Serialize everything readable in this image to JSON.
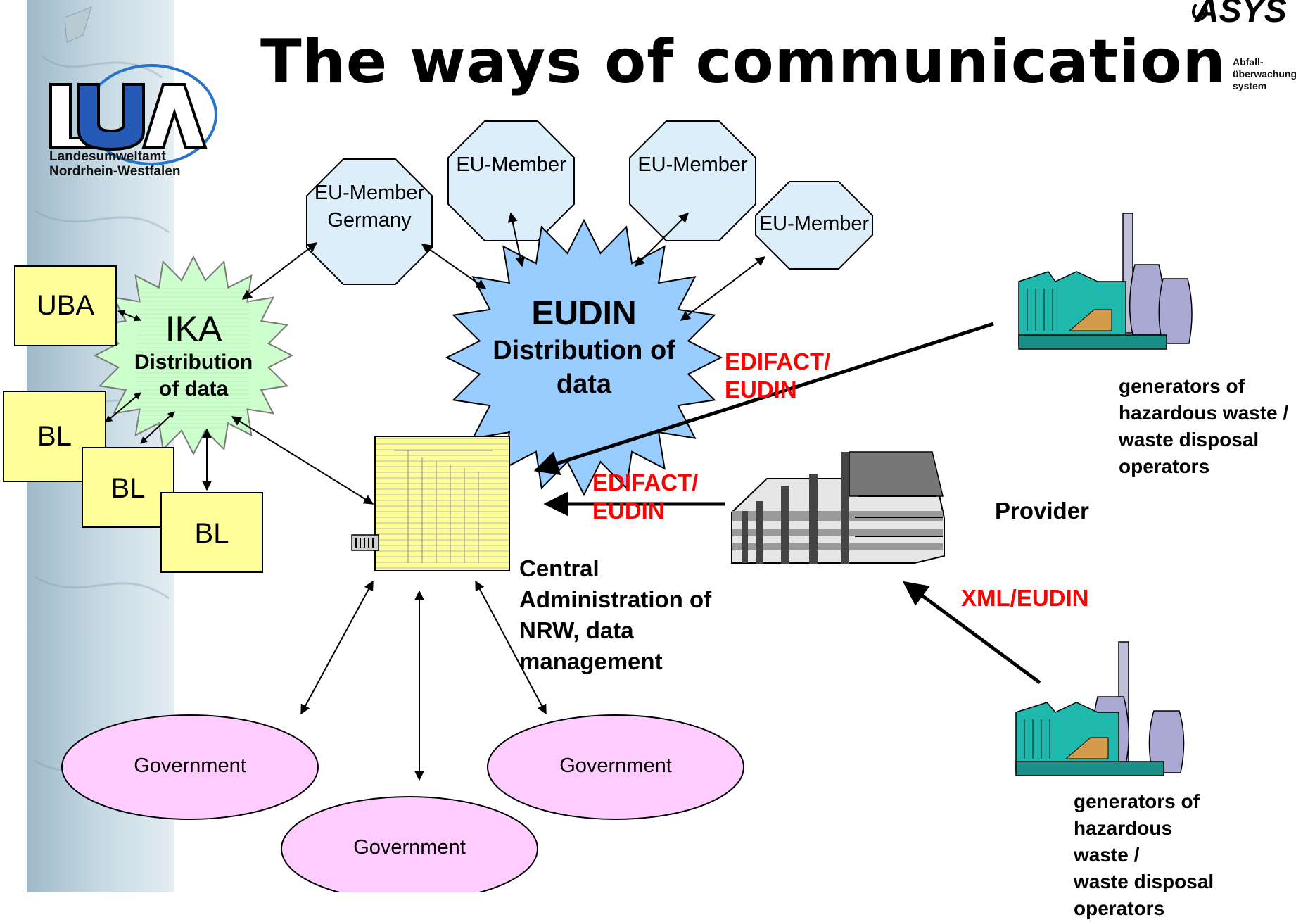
{
  "title": "The ways of communication",
  "logo_left": {
    "mark": "LUA",
    "line1": "Landesumweltamt",
    "line2": "Nordrhein-Westfalen"
  },
  "logo_right": {
    "mark": "ASYS",
    "line1": "Abfall-",
    "line2": "überwachungs-",
    "line3": "system"
  },
  "eu_members": {
    "germany_line1": "EU-Member",
    "germany_line2": "Germany",
    "member1": "EU-Member",
    "member2": "EU-Member",
    "member3": "EU-Member"
  },
  "eudin": {
    "title": "EUDIN",
    "line1": "Distribution of",
    "line2": "data"
  },
  "ika": {
    "title": "IKA",
    "line1": "Distribution",
    "line2": "of data"
  },
  "boxes": {
    "uba": "UBA",
    "bl1": "BL",
    "bl2": "BL",
    "bl3": "BL"
  },
  "central": {
    "line1": "Central",
    "line2": "Administration of",
    "line3": "NRW, data",
    "line4": "management"
  },
  "governments": {
    "g1": "Government",
    "g2": "Government",
    "g3": "Government"
  },
  "edges": {
    "edifact_top_line1": "EDIFACT/",
    "edifact_top_line2": "EUDIN",
    "edifact_mid_line1": "EDIFACT/",
    "edifact_mid_line2": "EUDIN",
    "xml": "XML/EUDIN"
  },
  "provider": "Provider",
  "generators_top": {
    "line1": "generators of",
    "line2": "hazardous waste /",
    "line3": "waste disposal",
    "line4": "operators"
  },
  "generators_bottom": {
    "line1": "generators of hazardous",
    "line2": "waste /",
    "line3": "waste disposal",
    "line4": "operators"
  },
  "colors": {
    "eu_member_fill": "#dbeefa",
    "eudin_fill": "#99ccff",
    "ika_fill": "#ccffcc",
    "box_fill": "#ffff99",
    "government_fill": "#ffccff",
    "edge_label": "#ff0000"
  }
}
